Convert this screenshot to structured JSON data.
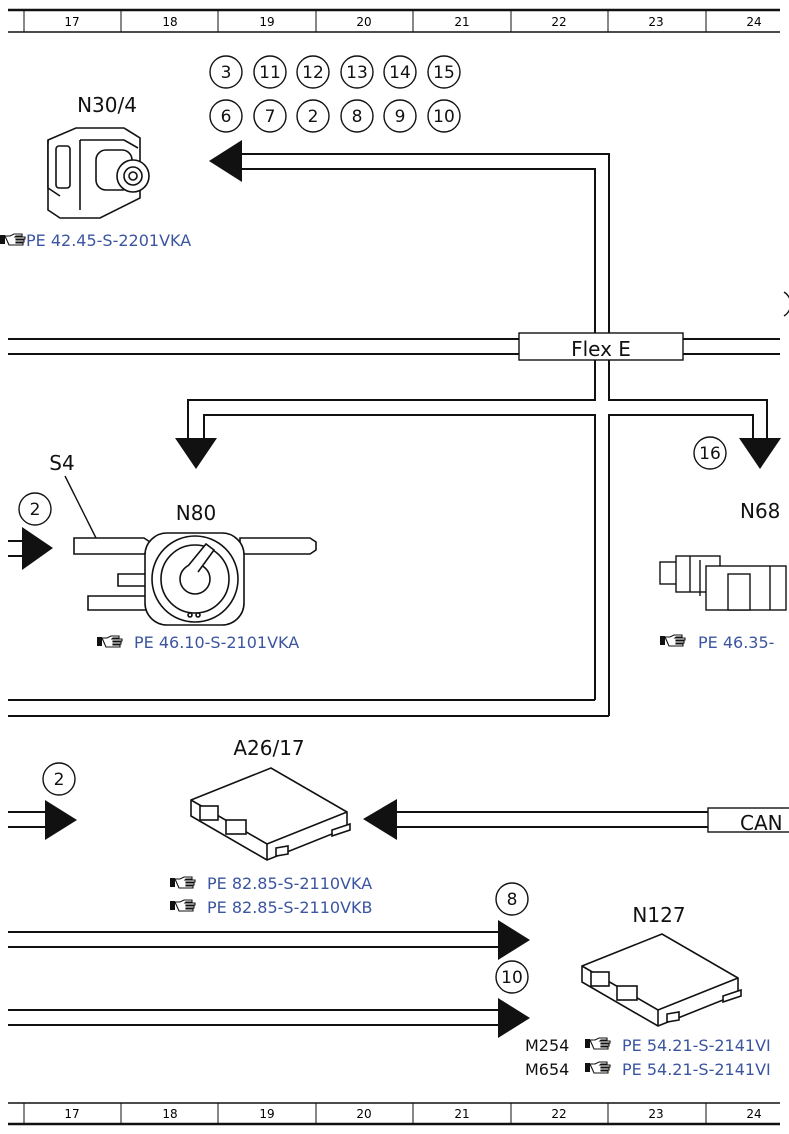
{
  "ruler": {
    "columns": [
      "17",
      "18",
      "19",
      "20",
      "21",
      "22",
      "23",
      "24"
    ]
  },
  "bus_labels": {
    "flex_e": "Flex E",
    "can": "CAN"
  },
  "badges": {
    "top_row": [
      "3",
      "11",
      "12",
      "13",
      "14",
      "15"
    ],
    "second_row": [
      "6",
      "7",
      "2",
      "8",
      "9",
      "10"
    ],
    "n68_in": "16",
    "s4_in": "2",
    "a26_in": "2",
    "n127_in_8": "8",
    "n127_in_10": "10"
  },
  "components": {
    "n30_4": {
      "label": "N30/4",
      "refs": [
        "PE 42.45-S-2201VKA"
      ]
    },
    "s4": {
      "label": "S4"
    },
    "n80": {
      "label": "N80",
      "refs": [
        "PE 46.10-S-2101VKA"
      ]
    },
    "n68": {
      "label": "N68",
      "refs": [
        "PE 46.35-"
      ]
    },
    "a26_17": {
      "label": "A26/17",
      "refs": [
        "PE 82.85-S-2110VKA",
        "PE 82.85-S-2110VKB"
      ]
    },
    "n127": {
      "label": "N127",
      "models": [
        "M254",
        "M654"
      ],
      "refs": [
        "PE 54.21-S-2141VI",
        "PE 54.21-S-2141VI"
      ]
    }
  },
  "icons": {
    "reference": "pointing-hand-icon"
  }
}
